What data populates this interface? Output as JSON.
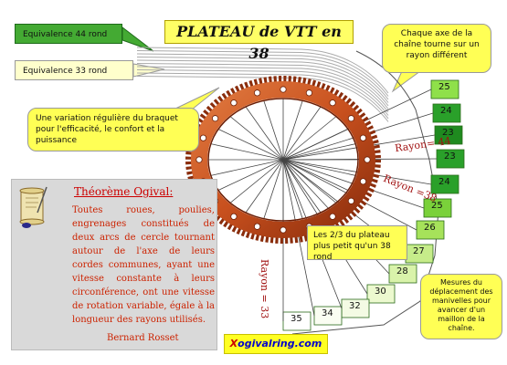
{
  "title": "PLATEAU de VTT en 38",
  "callouts": {
    "equiv44": "Equivalence 44 rond",
    "equiv33": "Equivalence 33 rond",
    "variation": "Une variation régulière du braquet pour l'efficacité, le confort et la puissance",
    "axe": "Chaque axe de la chaîne tourne sur un rayon différent",
    "two_thirds": "Les 2/3 du plateau plus petit qu'un 38 rond",
    "mesures": "Mesures du déplacement des manivelles pour avancer d'un maillon de la chaîne."
  },
  "rayons": {
    "r44": "Rayon= 44",
    "r38": "Rayon =38",
    "r33": "Rayon = 33"
  },
  "teeth_values": [
    25,
    24,
    23,
    23,
    24,
    25,
    26,
    27,
    28,
    30,
    32,
    34,
    35
  ],
  "theorem": {
    "title": "Théorème Ogival:",
    "body": "Toutes roues, poulies, engrenages constitués de deux arcs de cercle tournant autour de l'axe de leurs cordes communes, ayant une vitesse constante à leurs circonférence, ont une vitesse de rotation variable, égale à la longueur des rayons utilisés.",
    "author": "Bernard Rosset"
  },
  "logo": {
    "x": "X",
    "text": "ogivalring.com"
  },
  "colors": {
    "chainring": "#c8501e",
    "green_dark": "#1f8a1f",
    "green_light": "#7ad13a",
    "yellow": "#ffff55",
    "theorem_text": "#cc2200"
  }
}
